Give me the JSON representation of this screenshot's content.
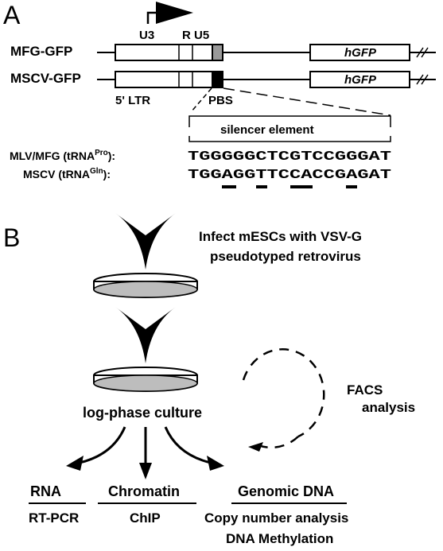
{
  "panel_a": {
    "label": "A",
    "promoter_label": "U3",
    "ltr_labels": {
      "r": "R",
      "u5": "U5"
    },
    "constructs": [
      {
        "name": "MFG-GFP",
        "gene": "hGFP",
        "pbs_color": "#9a9a9a"
      },
      {
        "name": "MSCV-GFP",
        "gene": "hGFP",
        "pbs_color": "#000000"
      }
    ],
    "ltr_label": "5' LTR",
    "pbs_label": "PBS",
    "silencer_label": "silencer element",
    "sequences": [
      {
        "label_main": "MLV/MFG (tRNA",
        "label_sup": "Pro",
        "label_end": "):",
        "seq": "TGGGGGCTCGTCCGGGAT"
      },
      {
        "label_main": "MSCV (tRNA",
        "label_sup": "Gln",
        "label_end": "):",
        "seq": "TGGAGGTTCCACCGAGAT"
      }
    ]
  },
  "panel_b": {
    "label": "B",
    "infect_line1": "Infect mESCs with VSV-G",
    "infect_line2": "pseudotyped retrovirus",
    "culture_label": "log-phase culture",
    "facs_line1": "FACS",
    "facs_line2": "analysis",
    "outputs": [
      {
        "title": "RNA",
        "method": "RT-PCR"
      },
      {
        "title": "Chromatin",
        "method": "ChIP"
      },
      {
        "title": "Genomic DNA",
        "method": "Copy number analysis",
        "method2": "DNA Methylation"
      }
    ]
  },
  "colors": {
    "dish_fill": "#bdbdbd",
    "line": "#000000"
  }
}
